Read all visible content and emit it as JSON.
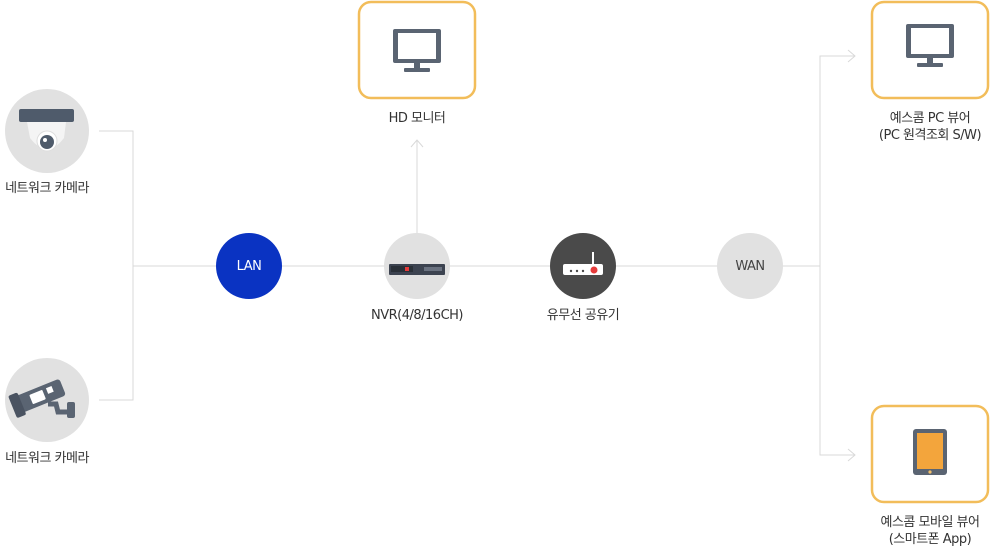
{
  "nodes": {
    "camera_top": {
      "label": "네트워크 카메라"
    },
    "camera_bottom": {
      "label": "네트워크 카메라"
    },
    "lan": {
      "label": "LAN"
    },
    "nvr": {
      "label": "NVR(4/8/16CH)"
    },
    "router": {
      "label": "유무선 공유기"
    },
    "wan": {
      "label": "WAN"
    },
    "hd_monitor": {
      "label": "HD 모니터"
    },
    "pc_viewer": {
      "line1": "예스콤 PC 뷰어",
      "line2": "(PC 원격조회 S/W)"
    },
    "mobile_viewer": {
      "line1": "예스콤 모바일 뷰어",
      "line2": "(스마트폰 App)"
    }
  },
  "colors": {
    "line": "#d9d9d9",
    "node_fill": "#e1e1e1",
    "lan_fill": "#0a33c2",
    "router_fill": "#4a4a4a",
    "box_border": "#f2bd5a",
    "icon_dark": "#5a6472"
  },
  "icons": {
    "camera_top": "dome-camera-icon",
    "camera_bottom": "bullet-camera-icon",
    "nvr": "nvr-recorder-icon",
    "router": "router-icon",
    "hd_monitor": "monitor-icon",
    "pc_viewer": "monitor-icon",
    "mobile_viewer": "tablet-icon"
  }
}
